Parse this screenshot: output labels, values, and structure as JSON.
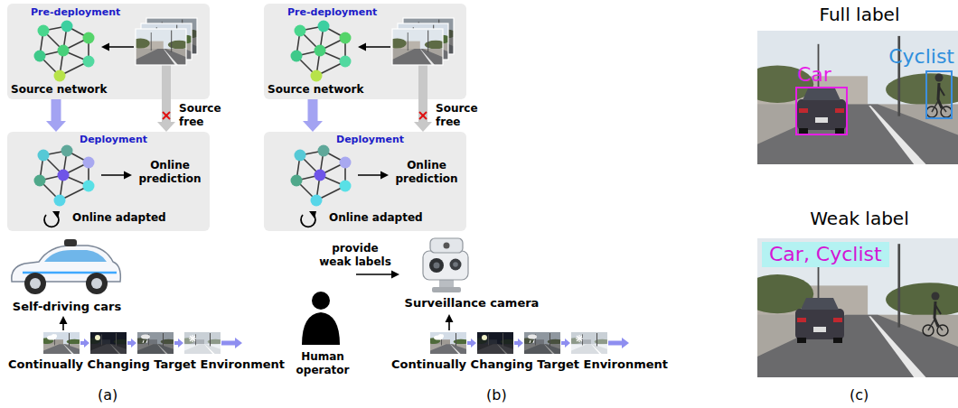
{
  "diagram": {
    "nodes": [
      {
        "text": [
          "Pre-deployment"
        ]
      },
      {
        "text": [
          "Deployment"
        ]
      },
      {
        "text": [
          "Online prediction"
        ],
        "in": 1
      },
      {
        "text": [
          "Self-driving cars"
        ]
      },
      {
        "text": [
          "Continually Changing Target Environment"
        ]
      },
      {
        "text": [
          "Pre-deployment"
        ]
      },
      {
        "text": [
          "Deployment"
        ]
      },
      {
        "text": [
          "Online prediction"
        ],
        "in": 6
      },
      {
        "text": [
          "Human operator"
        ]
      },
      {
        "text": [
          "Surveillance camera"
        ]
      },
      {
        "text": [
          "Continually Changing Target Environment"
        ]
      },
      {
        "text": [
          "Full label"
        ]
      },
      {
        "text": [
          "Car"
        ],
        "in": 11
      },
      {
        "text": [
          "Cyclist"
        ],
        "in": 11
      },
      {
        "text": [
          "Weak label"
        ]
      },
      {
        "text": [
          "Car, Cyclist"
        ],
        "in": 14
      }
    ],
    "edges": [
      {
        "from": 0,
        "to": 1,
        "arrow": "to"
      },
      {
        "from": 0,
        "to": 1,
        "label": "Source free",
        "arrow": "to"
      },
      {
        "from": 4,
        "to": 3,
        "arrow": "to"
      },
      {
        "from": 5,
        "to": 6,
        "arrow": "to"
      },
      {
        "from": 5,
        "to": 6,
        "label": "Source free",
        "arrow": "to"
      },
      {
        "from": 10,
        "to": 9,
        "arrow": "to"
      },
      {
        "from": 8,
        "to": 9,
        "label": "provide weak labels",
        "arrow": "to"
      }
    ],
    "labels": [
      "Source network",
      "Online adapted",
      "(a)",
      "Source network",
      "Online adapted",
      "(b)",
      "(c)"
    ]
  }
}
